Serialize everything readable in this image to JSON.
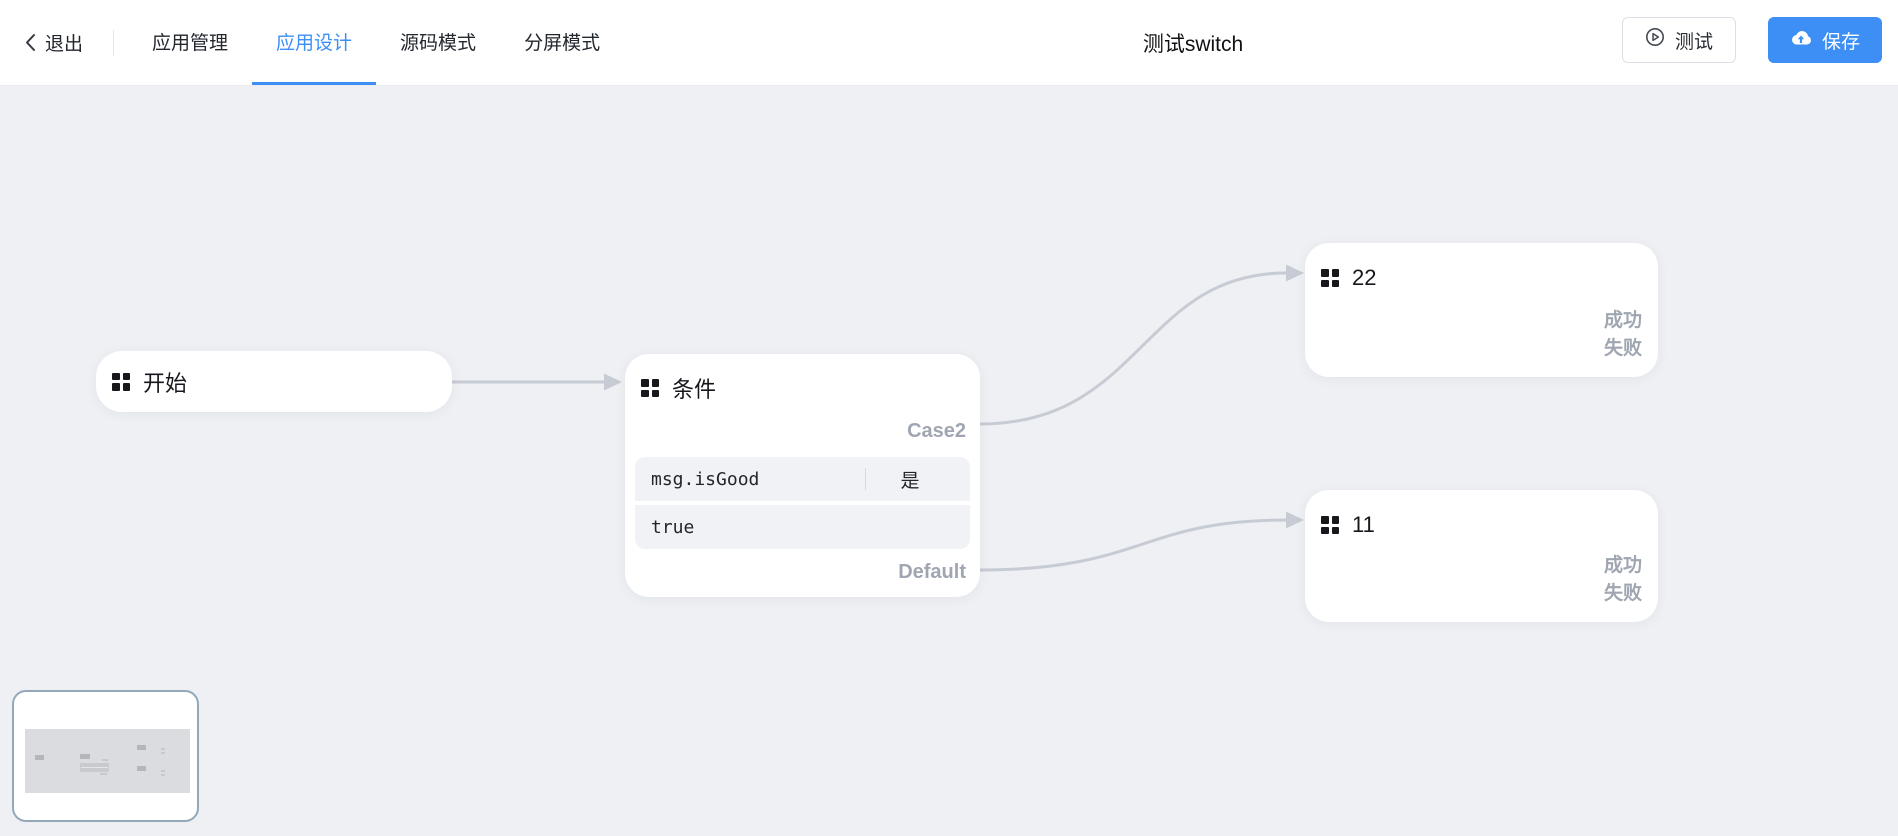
{
  "header": {
    "back_label": "退出",
    "tabs": [
      {
        "label": "应用管理",
        "active": false
      },
      {
        "label": "应用设计",
        "active": true
      },
      {
        "label": "源码模式",
        "active": false
      },
      {
        "label": "分屏模式",
        "active": false
      }
    ],
    "title": "测试switch",
    "test_button_label": "测试",
    "save_button_label": "保存"
  },
  "flow": {
    "nodes": {
      "start": {
        "label": "开始"
      },
      "condition": {
        "label": "条件",
        "case_port": "Case2",
        "default_port": "Default",
        "rule_field": "msg.isGood",
        "rule_operator": "是",
        "rule_value": "true"
      },
      "node22": {
        "label": "22",
        "success_port": "成功",
        "fail_port": "失败"
      },
      "node11": {
        "label": "11",
        "success_port": "成功",
        "fail_port": "失败"
      }
    },
    "edges": [
      {
        "from": "开始",
        "to": "条件"
      },
      {
        "from": "条件:Case2",
        "to": "22"
      },
      {
        "from": "条件:Default",
        "to": "11"
      }
    ]
  },
  "icons": {
    "back": "chevron-left-icon",
    "test": "play-circle-icon",
    "save": "cloud-upload-icon",
    "node": "grid-icon"
  },
  "colors": {
    "accent": "#3e8ff5",
    "canvas-bg": "#eef0f4",
    "edge": "#c7cbd3",
    "port-label": "#a0a6b1",
    "minimap-border": "#93a8bb"
  }
}
